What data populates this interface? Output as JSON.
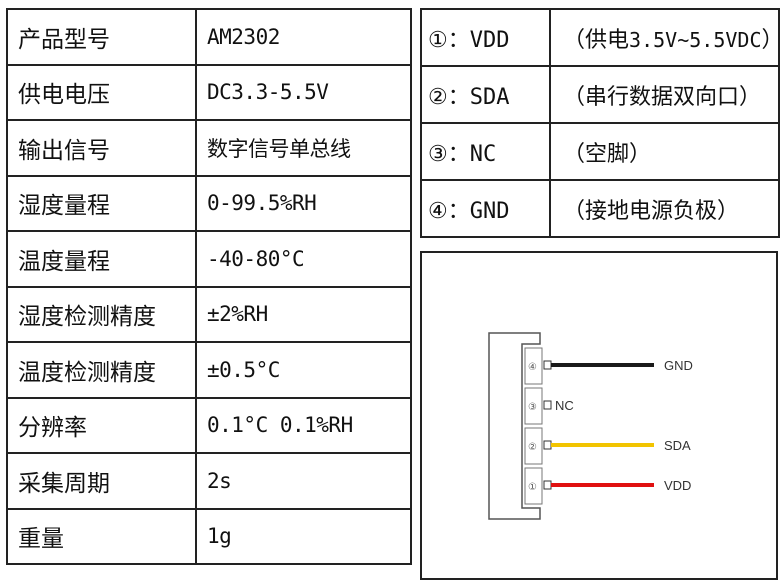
{
  "spec_rows": [
    {
      "label": "产品型号",
      "value": "AM2302"
    },
    {
      "label": "供电电压",
      "value": "DC3.3-5.5V"
    },
    {
      "label": "输出信号",
      "value": "数字信号单总线"
    },
    {
      "label": "湿度量程",
      "value": "0-99.5%RH"
    },
    {
      "label": "温度量程",
      "value": "-40-80°C"
    },
    {
      "label": "湿度检测精度",
      "value": "±2%RH"
    },
    {
      "label": "温度检测精度",
      "value": "±0.5°C"
    },
    {
      "label": "分辨率",
      "value": "0.1°C 0.1%RH"
    },
    {
      "label": "采集周期",
      "value": "2s"
    },
    {
      "label": "重量",
      "value": "1g"
    }
  ],
  "pins": [
    {
      "num": "①",
      "name": "VDD",
      "open": "（",
      "desc_pre": "供电",
      "desc_mid": "3.5V~5.5VDC",
      "close": "）"
    },
    {
      "num": "②",
      "name": "SDA",
      "open": "（",
      "desc_pre": "串行数据双向口",
      "desc_mid": "",
      "close": "）"
    },
    {
      "num": "③",
      "name": "NC",
      "open": "（",
      "desc_pre": "空脚",
      "desc_mid": "",
      "close": "）"
    },
    {
      "num": "④",
      "name": "GND",
      "open": "（",
      "desc_pre": "接地电源负极",
      "desc_mid": "",
      "close": "）"
    }
  ],
  "pin_separator": "：",
  "diagram": {
    "labels": {
      "gnd": "GND",
      "nc": "NC",
      "sda": "SDA",
      "vdd": "VDD"
    },
    "pin_marks": {
      "p4": "④",
      "p3": "③",
      "p2": "②",
      "p1": "①"
    },
    "colors": {
      "gnd_wire": "#1a1a1a",
      "sda_wire": "#f2c400",
      "vdd_wire": "#e01010",
      "connector": "#555555"
    }
  }
}
